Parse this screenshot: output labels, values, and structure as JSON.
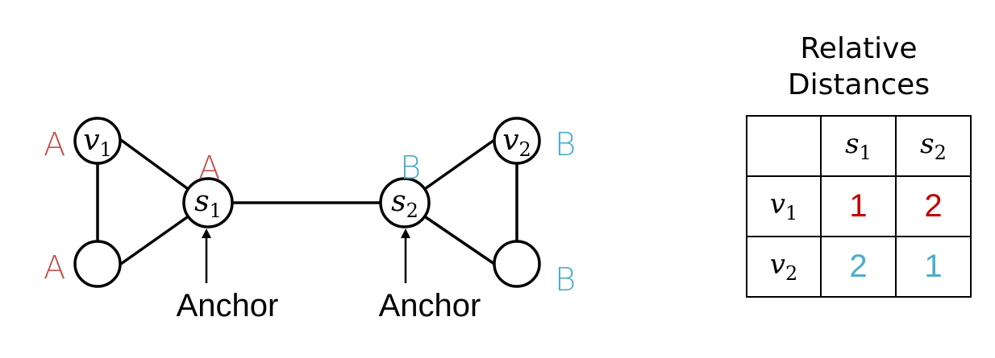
{
  "nodes": {
    "v1": {
      "base": "v",
      "sub": "1"
    },
    "s1": {
      "base": "s",
      "sub": "1"
    },
    "s2": {
      "base": "s",
      "sub": "2"
    },
    "v2": {
      "base": "v",
      "sub": "2"
    }
  },
  "node_labels": {
    "v1": "A",
    "s1": "A",
    "bottom_left": "A",
    "s2": "B",
    "v2": "B",
    "bottom_right": "B"
  },
  "anchor_labels": [
    "Anchor",
    "Anchor"
  ],
  "colors": {
    "label_a": "#c0504d",
    "label_b": "#4bacc6",
    "value_red": "#c00000",
    "value_blue": "#4bacc6"
  },
  "table": {
    "title": "Relative Distances",
    "columns": [
      {
        "base": "s",
        "sub": "1"
      },
      {
        "base": "s",
        "sub": "2"
      }
    ],
    "rows": [
      {
        "base": "v",
        "sub": "1",
        "values": [
          "1",
          "2"
        ],
        "color": "red"
      },
      {
        "base": "v",
        "sub": "2",
        "values": [
          "2",
          "1"
        ],
        "color": "blue"
      }
    ]
  }
}
